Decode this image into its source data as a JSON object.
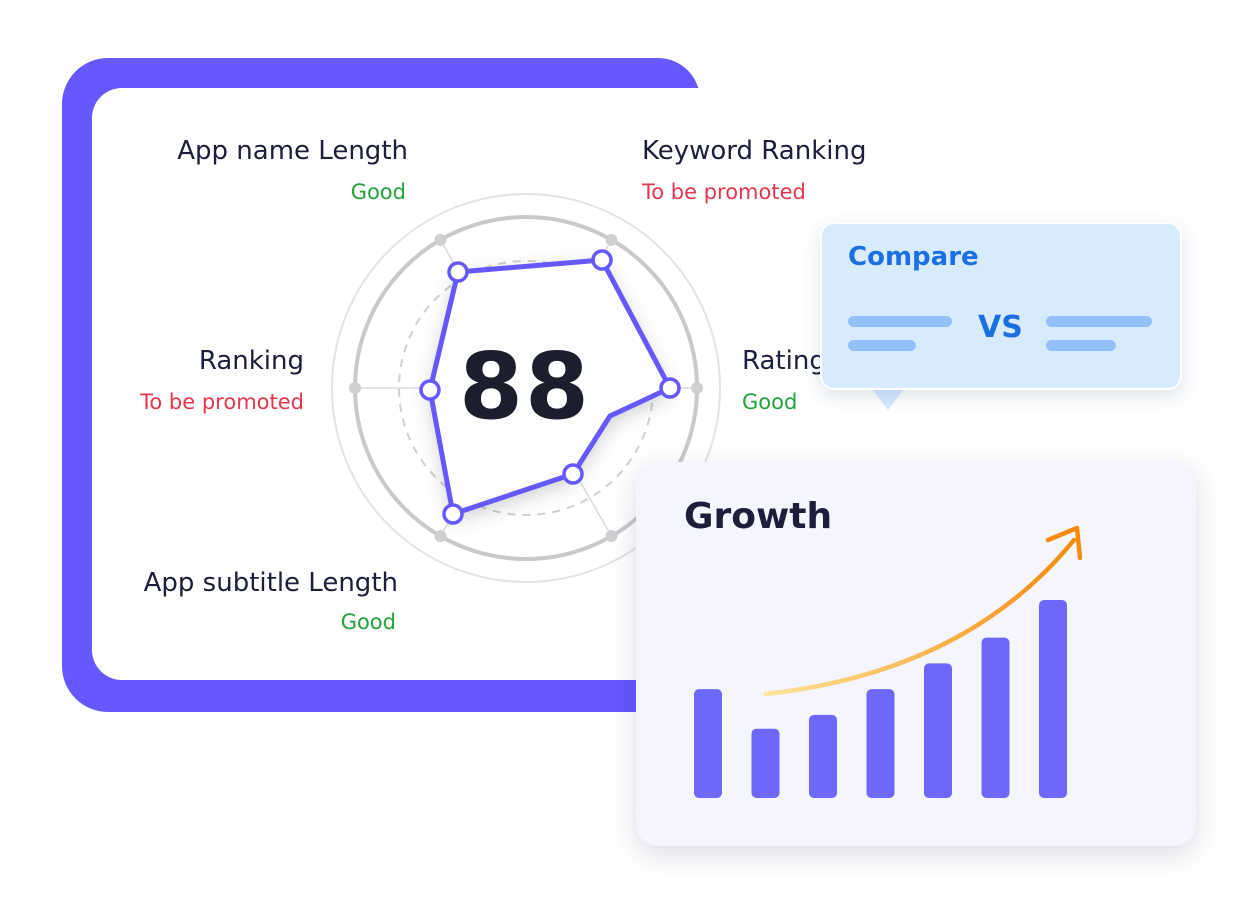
{
  "radar": {
    "score": "88",
    "items": [
      {
        "label": "App name Length",
        "status": "Good"
      },
      {
        "label": "Keyword Ranking",
        "status": "To be promoted"
      },
      {
        "label": "Ranking",
        "status": "To be promoted"
      },
      {
        "label": "Rating",
        "status": "Good"
      },
      {
        "label": "App subtitle Length",
        "status": "Good"
      }
    ],
    "colors": {
      "good": "#22a33c",
      "promote": "#e3374c",
      "accent": "#6558fd"
    }
  },
  "compare": {
    "title": "Compare",
    "vs_label": "VS"
  },
  "growth": {
    "title": "Growth",
    "bars": [
      0.55,
      0.35,
      0.42,
      0.55,
      0.68,
      0.81,
      1.0
    ],
    "bar_color": "#6d67fb",
    "arrow_colors": [
      "#fde59a",
      "#f48b0d"
    ]
  }
}
